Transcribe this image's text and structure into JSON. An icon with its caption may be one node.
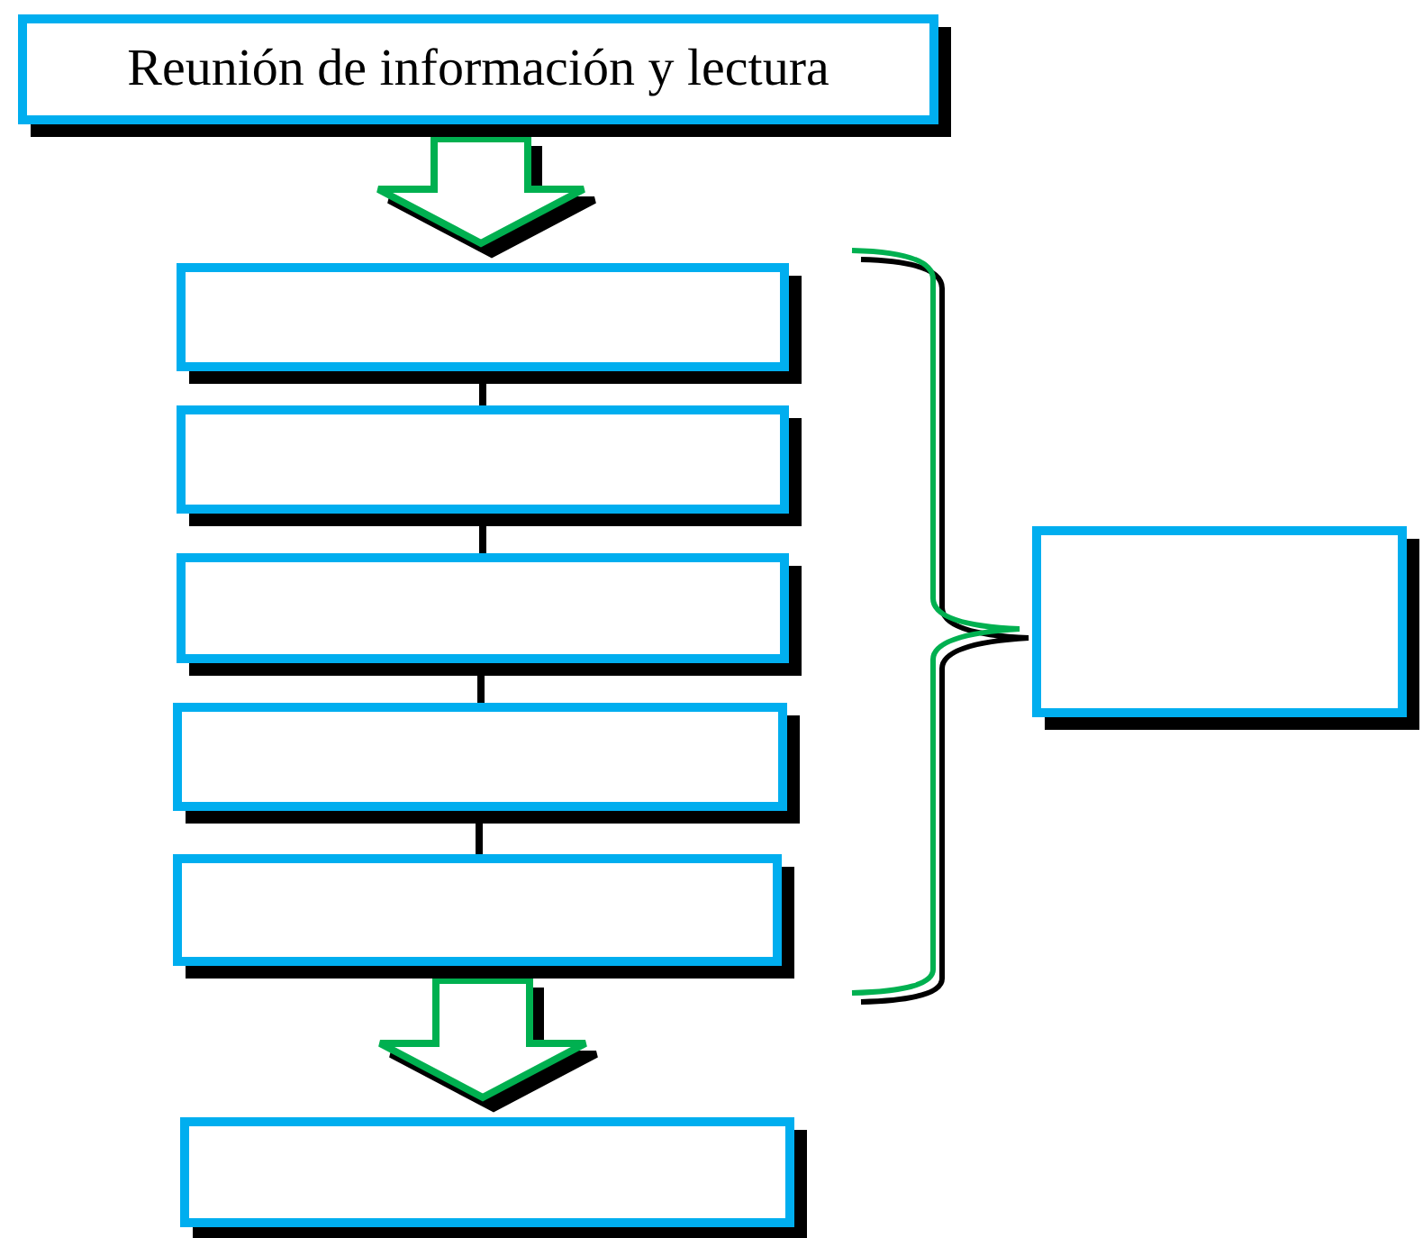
{
  "diagram": {
    "nodes": [
      {
        "text": [
          "Reunión de información y lectura"
        ]
      },
      {
        "text": [],
        "shape": "box"
      },
      {
        "text": [],
        "shape": "box"
      },
      {
        "text": [],
        "shape": "box"
      },
      {
        "text": [],
        "shape": "box"
      },
      {
        "text": [],
        "shape": "box"
      },
      {
        "text": [],
        "shape": "box"
      },
      {
        "text": [],
        "shape": "box"
      }
    ],
    "edges": [
      {
        "from": 0,
        "to": 1,
        "arrow": "to",
        "style": "thick",
        "color": "#00b050"
      },
      {
        "from": 1,
        "to": 2,
        "arrow": "none"
      },
      {
        "from": 2,
        "to": 3,
        "arrow": "none"
      },
      {
        "from": 3,
        "to": 4,
        "arrow": "none"
      },
      {
        "from": 4,
        "to": 5,
        "arrow": "none"
      },
      {
        "from": 5,
        "to": 7,
        "arrow": "to",
        "style": "thick",
        "color": "#00b050"
      }
    ]
  }
}
